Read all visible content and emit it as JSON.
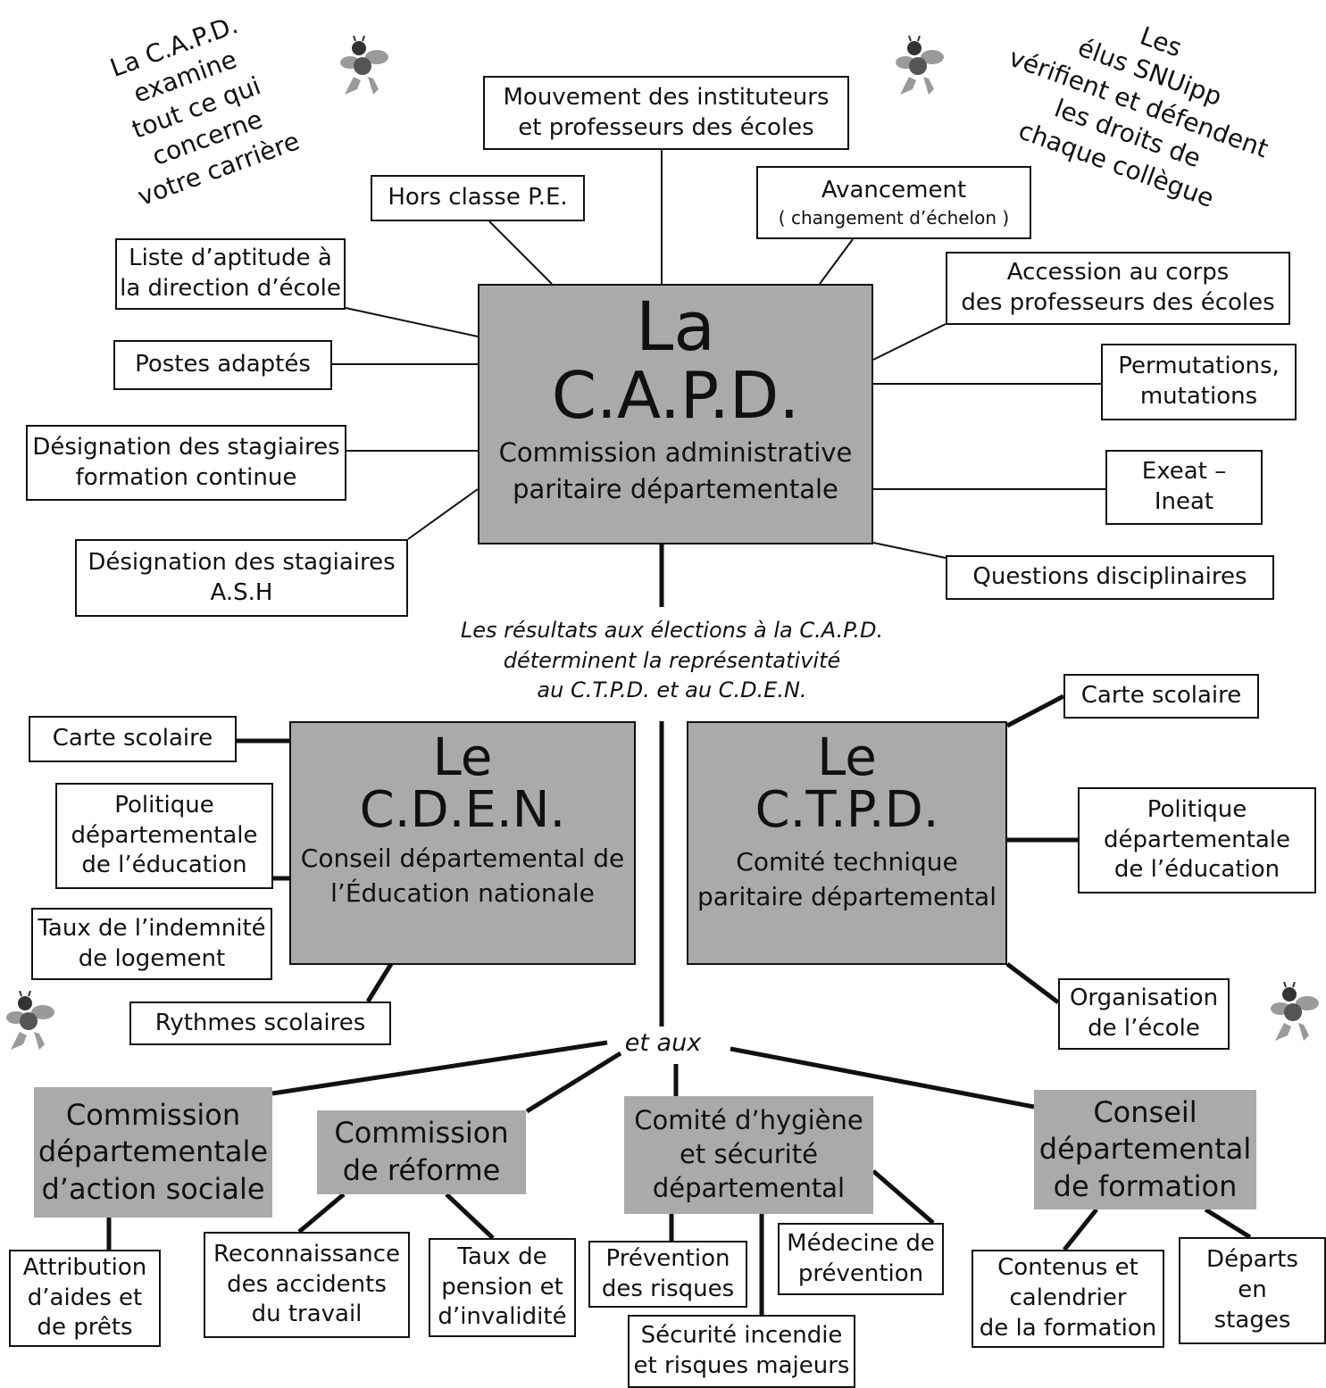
{
  "capd": {
    "short_l1": "La",
    "short_l2": "C.A.P.D.",
    "full_l1": "Commission administrative",
    "full_l2": "paritaire départementale"
  },
  "capd_topics": {
    "mouvement": [
      "Mouvement des instituteurs",
      "et professeurs des écoles"
    ],
    "hors_classe": "Hors classe P.E.",
    "avancement": "Avancement",
    "avancement_detail": "( changement d’échelon )",
    "liste_aptitude": [
      "Liste d’aptitude à",
      "la direction d’école"
    ],
    "postes_adaptes": "Postes adaptés",
    "designation_fc": [
      "Désignation des stagiaires",
      "formation continue"
    ],
    "designation_ash": [
      "Désignation des stagiaires",
      "A.S.H"
    ],
    "accession": [
      "Accession au corps",
      "des professeurs des écoles"
    ],
    "permutations": [
      "Permutations,",
      "mutations"
    ],
    "exeat": [
      "Exeat –",
      "Ineat"
    ],
    "disciplinaires": "Questions disciplinaires"
  },
  "intro_left": [
    "La C.A.P.D.",
    "examine",
    "tout ce qui",
    "concerne",
    "votre carrière"
  ],
  "intro_right": [
    "Les",
    "élus SNUipp",
    "vérifient et défendent",
    "les droits de",
    "chaque collègue"
  ],
  "results_note": [
    "Les résultats aux élections à la C.A.P.D.",
    "déterminent la représentativité",
    "au C.T.P.D. et au C.D.E.N."
  ],
  "cden": {
    "short_l1": "Le",
    "short_l2": "C.D.E.N.",
    "full_l1": "Conseil départemental de",
    "full_l2": "l’Éducation nationale"
  },
  "cden_topics": {
    "carte": "Carte scolaire",
    "politique": [
      "Politique",
      "départementale",
      "de l’éducation"
    ],
    "taux_logement": [
      "Taux de l’indemnité",
      "de logement"
    ],
    "rythmes": "Rythmes scolaires"
  },
  "ctpd": {
    "short_l1": "Le",
    "short_l2": "C.T.P.D.",
    "full_l1": "Comité technique",
    "full_l2": "paritaire départemental"
  },
  "ctpd_topics": {
    "carte": "Carte scolaire",
    "politique": [
      "Politique",
      "départementale",
      "de l’éducation"
    ],
    "organisation": [
      "Organisation",
      "de l’école"
    ]
  },
  "et_aux": "et aux",
  "cdas": {
    "title": [
      "Commission",
      "départementale",
      "d’action sociale"
    ],
    "topics": {
      "aides": [
        "Attribution",
        "d’aides et",
        "de prêts"
      ]
    }
  },
  "reforme": {
    "title": [
      "Commission",
      "de réforme"
    ],
    "topics": {
      "accidents": [
        "Reconnaissance",
        "des accidents",
        "du travail"
      ],
      "pension": [
        "Taux de",
        "pension et",
        "d’invalidité"
      ]
    }
  },
  "chs": {
    "title": [
      "Comité d’hygiène",
      "et sécurité",
      "départemental"
    ],
    "topics": {
      "prevention": [
        "Prévention",
        "des risques"
      ],
      "securite": [
        "Sécurité incendie",
        "et risques majeurs"
      ],
      "medecine": [
        "Médecine de",
        "prévention"
      ]
    }
  },
  "cdf": {
    "title": [
      "Conseil",
      "départemental",
      "de formation"
    ],
    "topics": {
      "contenus": [
        "Contenus et",
        "calendrier",
        "de la formation"
      ],
      "departs": [
        "Départs",
        "en",
        "stages"
      ]
    }
  },
  "colors": {
    "box_fill": "#aaaaaa",
    "line": "#111111",
    "background": "#ffffff"
  },
  "icons": [
    "bee-mascot-icon"
  ]
}
